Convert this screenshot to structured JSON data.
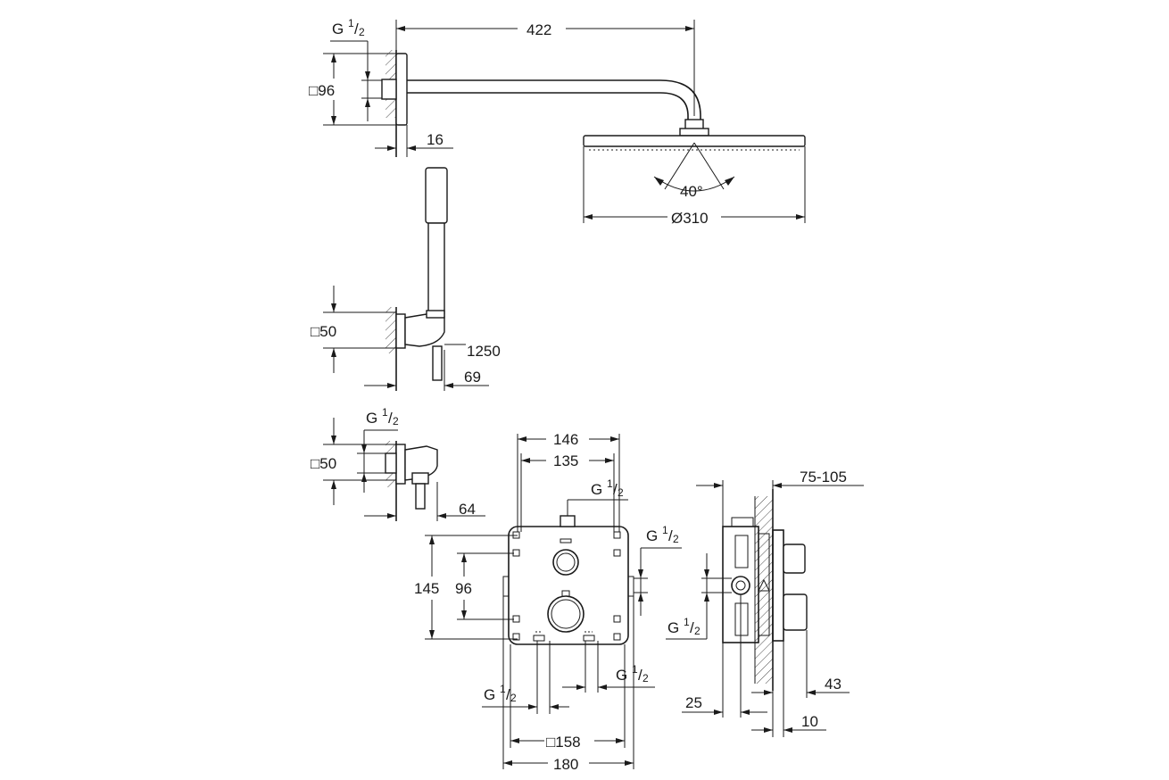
{
  "shower_head_view": {
    "thread_label": "G",
    "thread_num": "1",
    "thread_den": "2",
    "arm_length": "422",
    "flange_square": "□96",
    "wall_offset": "16",
    "spray_angle": "40°",
    "head_diameter": "Ø310"
  },
  "hand_shower_view": {
    "holder_square": "□50",
    "hose_length": "1250",
    "holder_projection": "69"
  },
  "wall_outlet_view": {
    "thread_label": "G",
    "thread_num": "1",
    "thread_den": "2",
    "outlet_square": "□50",
    "outlet_projection": "64"
  },
  "valve_front_view": {
    "width_outer": "146",
    "width_inner": "135",
    "top_thread_label": "G",
    "top_thread_num": "1",
    "top_thread_den": "2",
    "right_thread_label": "G",
    "right_thread_num": "1",
    "right_thread_den": "2",
    "height_outer": "145",
    "height_inner": "96",
    "bottom_left_thread_label": "G",
    "bottom_left_thread_num": "1",
    "bottom_left_thread_den": "2",
    "bottom_right_thread_label": "G",
    "bottom_right_thread_num": "1",
    "bottom_right_thread_den": "2",
    "plate_square": "□158",
    "plate_width": "180"
  },
  "valve_side_view": {
    "install_depth": "75-105",
    "side_thread_label": "G",
    "side_thread_num": "1",
    "side_thread_den": "2",
    "handle_projection": "43",
    "rough_depth": "25",
    "plate_thickness": "10"
  }
}
